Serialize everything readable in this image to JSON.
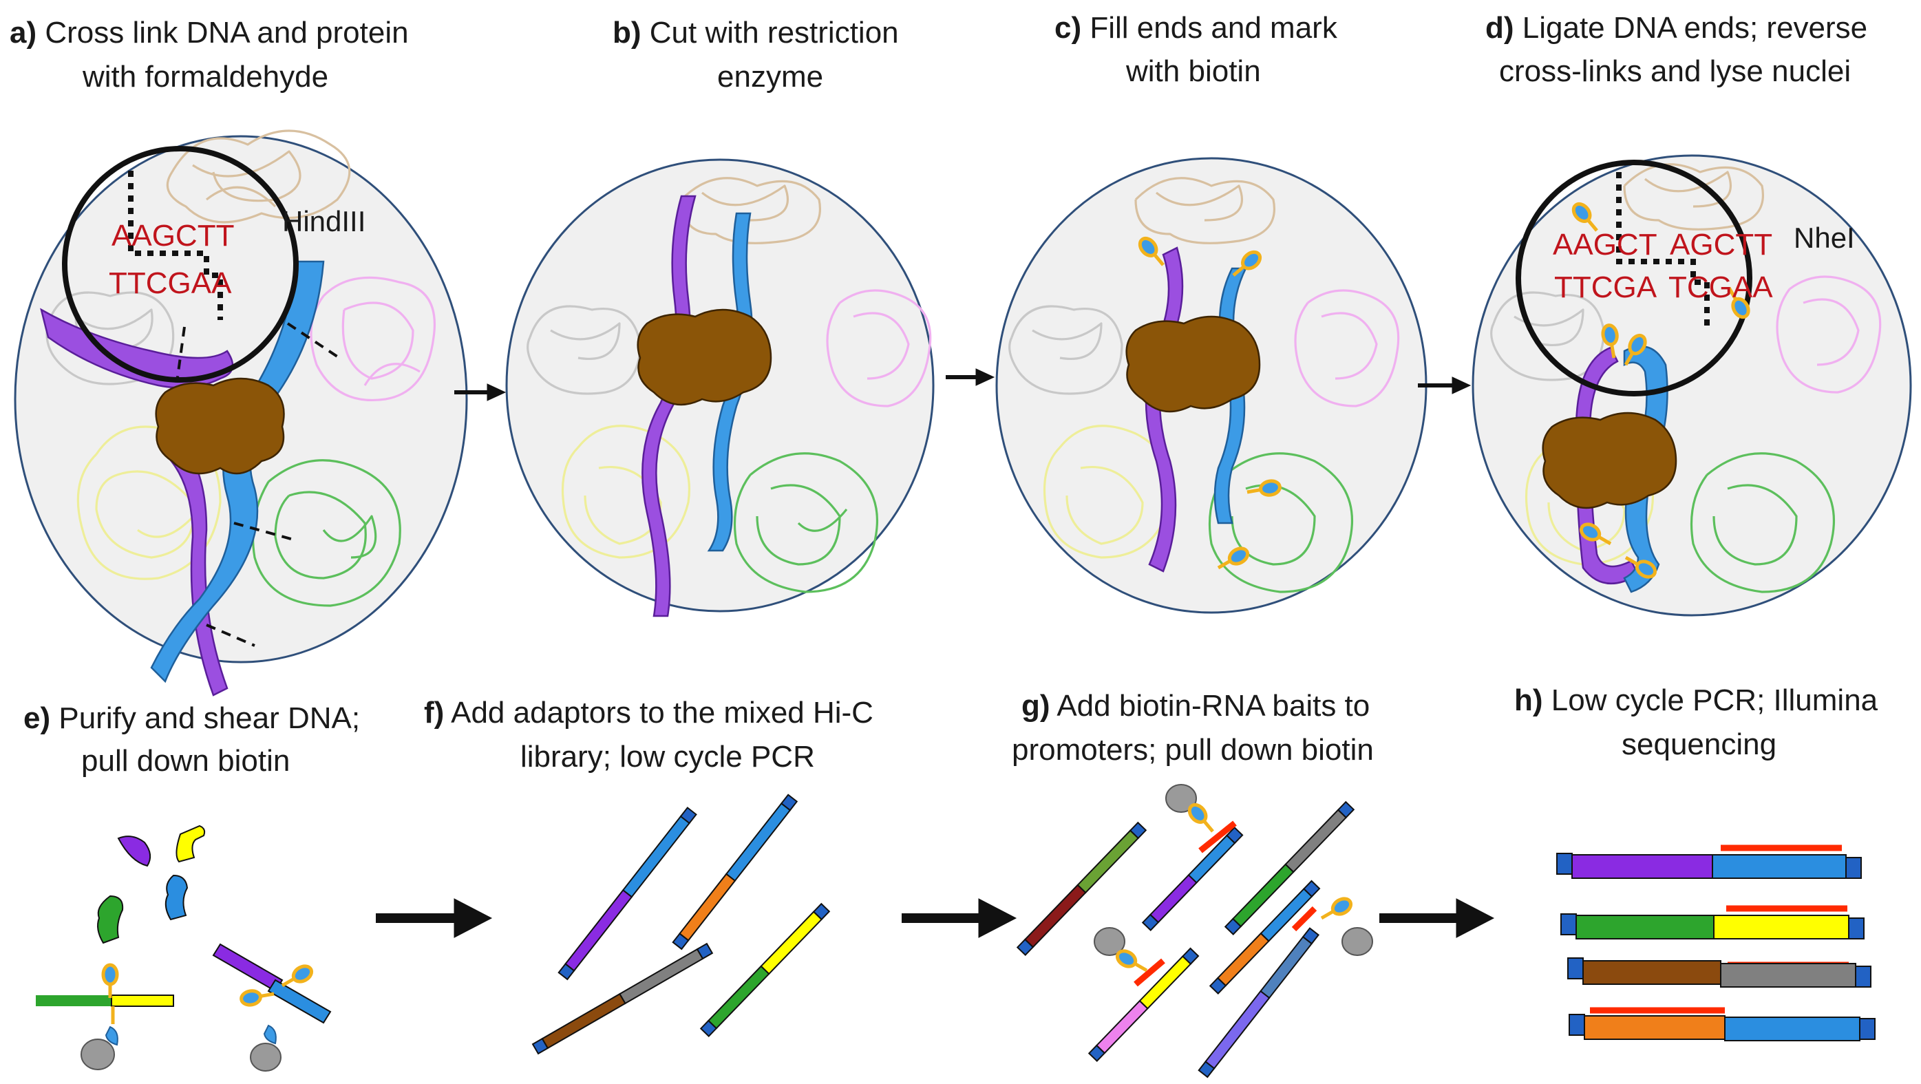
{
  "panels": [
    {
      "letter": "a)",
      "line1": "Cross link DNA and protein",
      "line2": "with formaldehyde"
    },
    {
      "letter": "b)",
      "line1": "Cut with restriction",
      "line2": "enzyme"
    },
    {
      "letter": "c)",
      "line1": "Fill ends and mark",
      "line2": "with biotin"
    },
    {
      "letter": "d)",
      "line1": "Ligate DNA ends; reverse",
      "line2": "cross-links and lyse nuclei"
    },
    {
      "letter": "e)",
      "line1": "Purify and shear DNA;",
      "line2": "pull down biotin"
    },
    {
      "letter": "f)",
      "line1": "Add adaptors to the mixed Hi-C",
      "line2": "library; low cycle PCR"
    },
    {
      "letter": "g)",
      "line1": "Add biotin-RNA baits to",
      "line2": "promoters; pull down biotin"
    },
    {
      "letter": "h)",
      "line1": "Low cycle PCR; Illumina",
      "line2": "sequencing"
    }
  ],
  "site_a": {
    "enzyme": "HindIII",
    "top": "AAGCTT",
    "bottom": "TTCGAA"
  },
  "site_d": {
    "enzyme": "NheI",
    "top_left": "AAGCT",
    "top_right": "AGCTT",
    "bottom_left": "TTCGA",
    "bottom_right": "TCGAA"
  },
  "colors": {
    "purple": "#8a2be2",
    "blue": "#2b8ee0",
    "green": "#2da52d",
    "yellow": "#ffff00",
    "orange": "#f07f1a",
    "gray": "#808080",
    "brown": "#8b4a0e",
    "darkred": "#8b1a1a",
    "olive": "#6aa234",
    "pink": "#ee82ee",
    "slate": "#4f81bd",
    "violet": "#7b68ee",
    "adaptor": "#2262c4",
    "bait": "#ff2a00",
    "biotin": "#f2b21c"
  }
}
